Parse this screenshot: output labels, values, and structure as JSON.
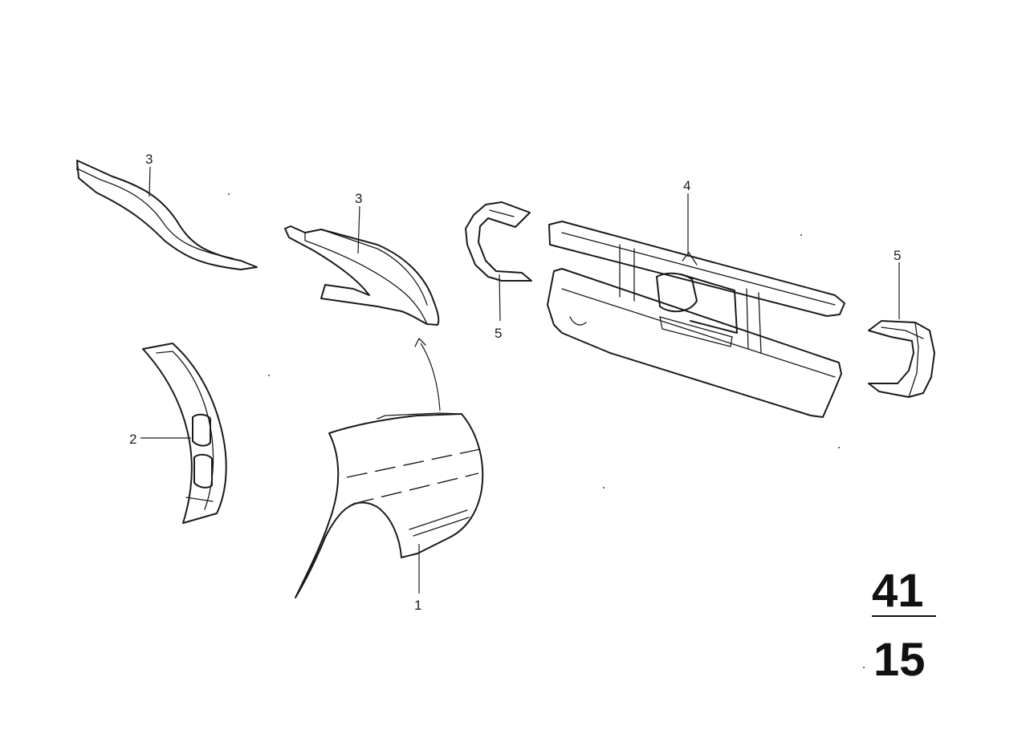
{
  "callouts": {
    "c1": "1",
    "c2": "2",
    "c3a": "3",
    "c3b": "3",
    "c4": "4",
    "c5a": "5",
    "c5b": "5"
  },
  "page_number": {
    "group": "41",
    "sheet": "15"
  },
  "colors": {
    "ink": "#1a1a1a",
    "background": "#ffffff"
  }
}
